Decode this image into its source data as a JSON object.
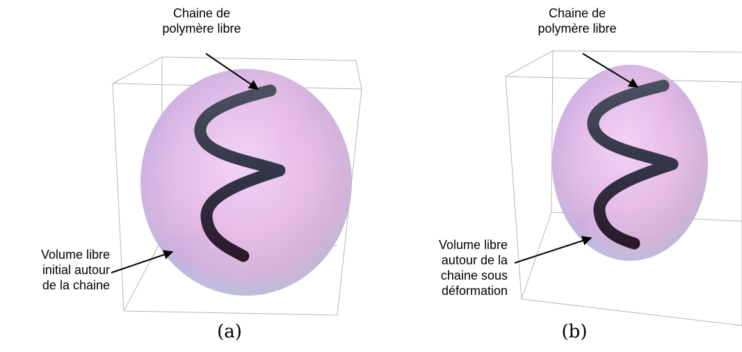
{
  "panel_a": {
    "chain_label": [
      "Chaine de",
      "polymère libre"
    ],
    "volume_label": [
      "Volume libre",
      "initial autour",
      "de la chaine"
    ],
    "caption": "(a)"
  },
  "panel_b": {
    "chain_label": [
      "Chaine de",
      "polymère libre"
    ],
    "volume_label": [
      "Volume libre",
      "autour de la",
      "chaine sous",
      "déformation"
    ],
    "caption": "(b)"
  },
  "colors": {
    "chain": "#2f3145",
    "box_lines": "#b0b0b0",
    "arrow": "#000000",
    "sphere_center": "#f0c8f5",
    "sphere_edge_blue": "#a9b9e6",
    "sphere_edge_red": "#e6a8b3"
  }
}
